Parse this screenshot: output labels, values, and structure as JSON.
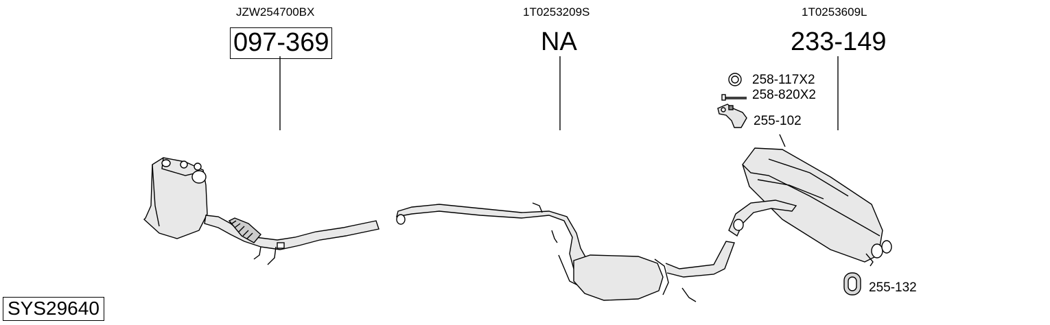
{
  "parts": [
    {
      "oem": "JZW254700BX",
      "number": "097-369",
      "boxed": true
    },
    {
      "oem": "1T0253209S",
      "number": "NA",
      "boxed": false
    },
    {
      "oem": "1T0253609L",
      "number": "233-149",
      "boxed": false
    }
  ],
  "accessories": [
    {
      "label": "258-117X2",
      "icon": "ring-gasket-icon"
    },
    {
      "label": "258-820X2",
      "icon": "bolt-icon"
    },
    {
      "label": "255-102",
      "icon": "bracket-icon"
    },
    {
      "label": "255-132",
      "icon": "rubber-mount-icon"
    }
  ],
  "system_code": "SYS29640"
}
